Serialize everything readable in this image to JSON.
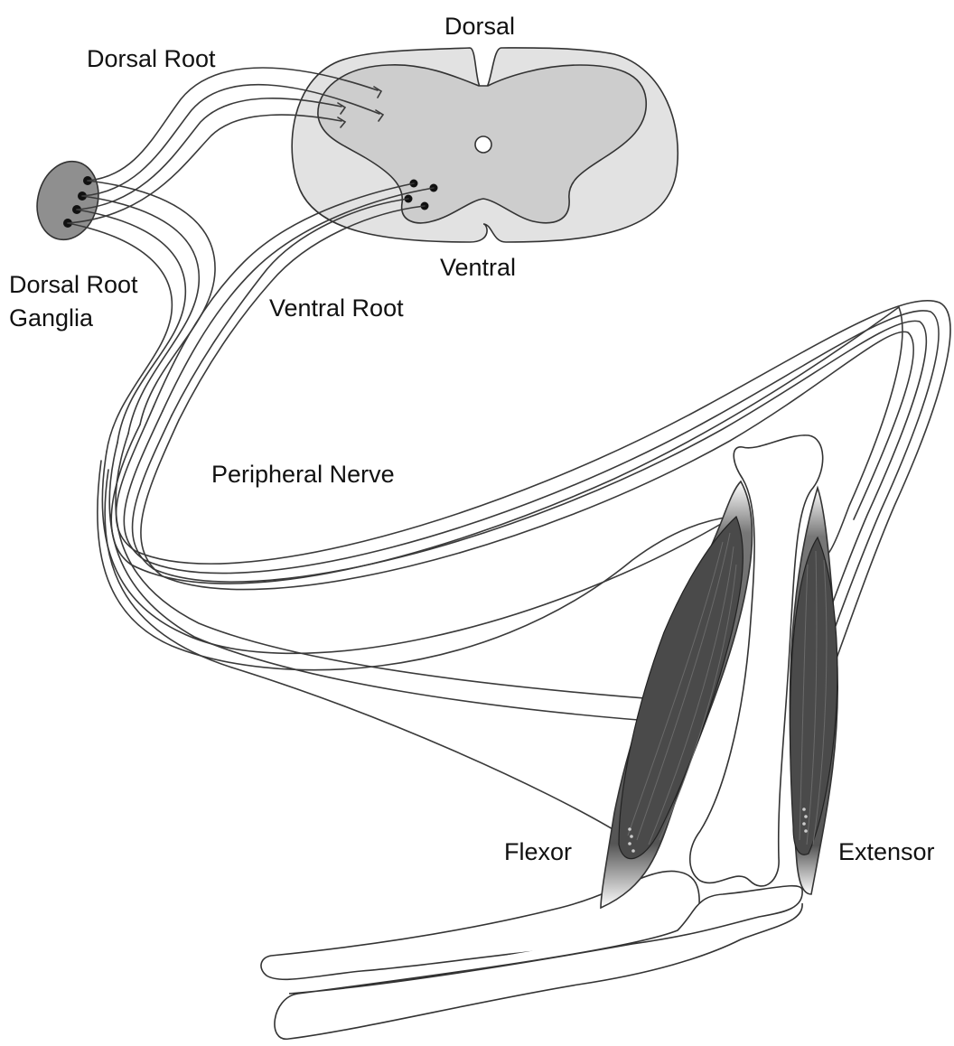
{
  "labels": {
    "dorsal": "Dorsal",
    "dorsal_root": "Dorsal Root",
    "dorsal_root_ganglia_line1": "Dorsal Root",
    "dorsal_root_ganglia_line2": "Ganglia",
    "ventral": "Ventral",
    "ventral_root": "Ventral Root",
    "peripheral_nerve": "Peripheral Nerve",
    "flexor": "Flexor",
    "extensor": "Extensor"
  },
  "colors": {
    "cord_white_matter": "#e2e2e2",
    "cord_gray_matter": "#cdcdcd",
    "ganglion": "#8f8f8f",
    "muscle": "#4a4a4a",
    "bone": "#ffffff",
    "outline": "#333333"
  }
}
